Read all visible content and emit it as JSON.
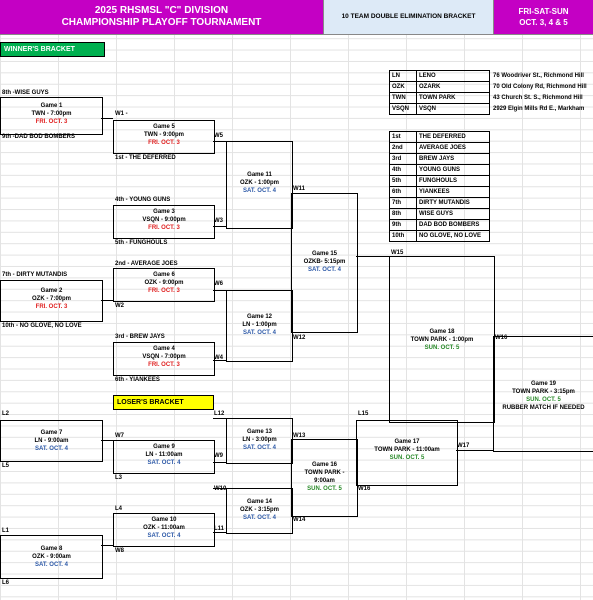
{
  "header": {
    "title_line1": "2025 RHSMSL \"C\" DIVISION",
    "title_line2": "CHAMPIONSHIP PLAYOFF TOURNAMENT",
    "subtitle": "10 TEAM DOUBLE ELIMINATION BRACKET",
    "days": "FRI-SAT-SUN",
    "dates": "OCT. 3, 4 & 5"
  },
  "colors": {
    "purple": "#c400c4",
    "lightblue": "#ddeaf7",
    "green_banner": "#00b050",
    "yellow_banner": "#ffff00"
  },
  "winners_label": "WINNER'S BRACKET",
  "losers_label": "LOSER'S BRACKET",
  "parks": [
    {
      "code": "LN",
      "name": "LENO",
      "address": "76 Woodriver St., Richmond Hill"
    },
    {
      "code": "OZK",
      "name": "OZARK",
      "address": "70 Old Colony Rd, Richmond Hill"
    },
    {
      "code": "TWN",
      "name": "TOWN PARK",
      "address": "43 Church St. S., Richmond Hill"
    },
    {
      "code": "VSQN",
      "name": "VSQN",
      "address": "2929 Elgin Mills Rd E., Markham"
    }
  ],
  "seeds": [
    {
      "place": "1st",
      "team": "THE DEFERRED"
    },
    {
      "place": "2nd",
      "team": "AVERAGE JOES"
    },
    {
      "place": "3rd",
      "team": "BREW JAYS"
    },
    {
      "place": "4th",
      "team": "YOUNG GUNS"
    },
    {
      "place": "5th",
      "team": "FUNGHOULS"
    },
    {
      "place": "6th",
      "team": "YIANKEES"
    },
    {
      "place": "7th",
      "team": "DIRTY MUTANDIS"
    },
    {
      "place": "8th",
      "team": "WISE GUYS"
    },
    {
      "place": "9th",
      "team": "DAD BOD BOMBERS"
    },
    {
      "place": "10th",
      "team": "NO GLOVE, NO LOVE"
    }
  ],
  "teams": {
    "t8": "8th -WISE GUYS",
    "t9": "9th -DAD BOD BOMBERS",
    "t1": "1st - THE DEFERRED",
    "t4": "4th - YOUNG GUNS",
    "t5": "5th - FUNGHOULS",
    "t2": "2nd - AVERAGE JOES",
    "t7": "7th - DIRTY MUTANDIS",
    "t10": "10th - NO GLOVE, NO LOVE",
    "t3": "3rd - BREW JAYS",
    "t6": "6th - YIANKEES"
  },
  "games": {
    "g1": {
      "name": "Game 1",
      "info": "TWN - 7:00pm",
      "date": "FRI. OCT. 3"
    },
    "g2": {
      "name": "Game 2",
      "info": "OZK - 7:00pm",
      "date": "FRI. OCT. 3"
    },
    "g3": {
      "name": "Game 3",
      "info": "VSQN - 9:00pm",
      "date": "FRI. OCT. 3"
    },
    "g4": {
      "name": "Game 4",
      "info": "VSQN - 7:00pm",
      "date": "FRI. OCT. 3"
    },
    "g5": {
      "name": "Game 5",
      "info": "TWN - 9:00pm",
      "date": "FRI. OCT. 3"
    },
    "g6": {
      "name": "Game 6",
      "info": "OZK - 9:00pm",
      "date": "FRI. OCT. 3"
    },
    "g7": {
      "name": "Game 7",
      "info": "LN - 9:00am",
      "date": "SAT. OCT. 4"
    },
    "g8": {
      "name": "Game 8",
      "info": "OZK - 9:00am",
      "date": "SAT. OCT. 4"
    },
    "g9": {
      "name": "Game 9",
      "info": "LN - 11:00am",
      "date": "SAT. OCT. 4"
    },
    "g10": {
      "name": "Game 10",
      "info": "OZK - 11:00am",
      "date": "SAT. OCT. 4"
    },
    "g11": {
      "name": "Game 11",
      "info": "OZK - 1:00pm",
      "date": "SAT. OCT. 4"
    },
    "g12": {
      "name": "Game 12",
      "info": "LN - 1:00pm",
      "date": "SAT. OCT. 4"
    },
    "g13": {
      "name": "Game 13",
      "info": "LN - 3:00pm",
      "date": "SAT. OCT. 4"
    },
    "g14": {
      "name": "Game 14",
      "info": "OZK - 3:15pm",
      "date": "SAT. OCT. 4"
    },
    "g15": {
      "name": "Game 15",
      "info": "OZKB- 5:15pm",
      "date": "SAT. OCT. 4"
    },
    "g16": {
      "name": "Game 16",
      "info": "TOWN PARK -",
      "info2": "9:00am",
      "date": "SUN. OCT. 5"
    },
    "g17": {
      "name": "Game 17",
      "info": "TOWN PARK - 11:00am",
      "date": "SUN. OCT. 5"
    },
    "g18": {
      "name": "Game 18",
      "info": "TOWN PARK - 1:00pm",
      "date": "SUN. OCT. 5"
    },
    "g19": {
      "name": "Game 19",
      "info": "TOWN PARK - 3:15pm",
      "date": "SUN. OCT. 5",
      "note": "RUBBER MATCH IF NEEDED"
    }
  },
  "labels": {
    "W1": "W1 -",
    "W2": "W2",
    "W3": "W3",
    "W4": "W4",
    "W5": "W5",
    "W6": "W6",
    "W7": "W7",
    "W8": "W8",
    "W9": "W9",
    "W10": "W10",
    "W11": "W11",
    "W12": "W12",
    "W13": "W13",
    "W14": "W14",
    "W15": "W15",
    "W16": "W16",
    "W16b": "W16",
    "W17": "W17",
    "L1": "L1",
    "L2": "L2",
    "L3": "L3",
    "L4": "L4",
    "L5": "L5",
    "L6": "L6",
    "L11": "L11",
    "L12": "L12",
    "L15": "L15"
  }
}
